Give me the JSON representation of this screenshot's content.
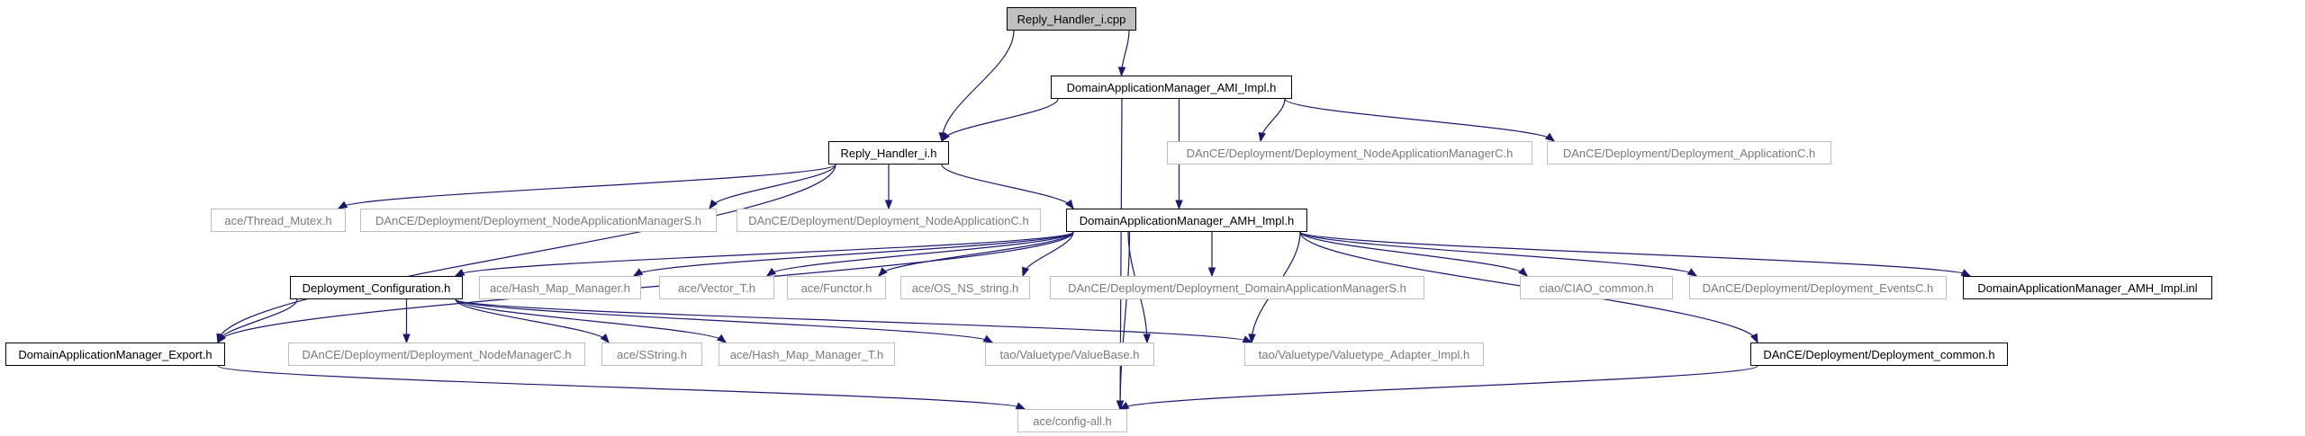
{
  "nodes": [
    {
      "id": "reply_handler_cpp",
      "label": "Reply_Handler_i.cpp",
      "kind": "root"
    },
    {
      "id": "dam_ami_impl_h",
      "label": "DomainApplicationManager_AMI_Impl.h",
      "kind": "local"
    },
    {
      "id": "reply_handler_h",
      "label": "Reply_Handler_i.h",
      "kind": "local"
    },
    {
      "id": "nam_c_h",
      "label": "DAnCE/Deployment/Deployment_NodeApplicationManagerC.h",
      "kind": "external"
    },
    {
      "id": "appc_h",
      "label": "DAnCE/Deployment/Deployment_ApplicationC.h",
      "kind": "external"
    },
    {
      "id": "thread_mutex_h",
      "label": "ace/Thread_Mutex.h",
      "kind": "external"
    },
    {
      "id": "nam_s_h",
      "label": "DAnCE/Deployment/Deployment_NodeApplicationManagerS.h",
      "kind": "external"
    },
    {
      "id": "nodeappc_h",
      "label": "DAnCE/Deployment/Deployment_NodeApplicationC.h",
      "kind": "external"
    },
    {
      "id": "dam_amh_impl_h",
      "label": "DomainApplicationManager_AMH_Impl.h",
      "kind": "local"
    },
    {
      "id": "deploy_config_h",
      "label": "Deployment_Configuration.h",
      "kind": "local"
    },
    {
      "id": "hash_map_manager_h",
      "label": "ace/Hash_Map_Manager.h",
      "kind": "external"
    },
    {
      "id": "vector_t_h",
      "label": "ace/Vector_T.h",
      "kind": "external"
    },
    {
      "id": "functor_h",
      "label": "ace/Functor.h",
      "kind": "external"
    },
    {
      "id": "os_ns_string_h",
      "label": "ace/OS_NS_string.h",
      "kind": "external"
    },
    {
      "id": "dam_s_h",
      "label": "DAnCE/Deployment/Deployment_DomainApplicationManagerS.h",
      "kind": "external"
    },
    {
      "id": "ciao_common_h",
      "label": "ciao/CIAO_common.h",
      "kind": "external"
    },
    {
      "id": "eventsc_h",
      "label": "DAnCE/Deployment/Deployment_EventsC.h",
      "kind": "external"
    },
    {
      "id": "dam_amh_impl_inl",
      "label": "DomainApplicationManager_AMH_Impl.inl",
      "kind": "local"
    },
    {
      "id": "dam_export_h",
      "label": "DomainApplicationManager_Export.h",
      "kind": "local"
    },
    {
      "id": "nodemanagerc_h",
      "label": "DAnCE/Deployment/Deployment_NodeManagerC.h",
      "kind": "external"
    },
    {
      "id": "sstring_h",
      "label": "ace/SString.h",
      "kind": "external"
    },
    {
      "id": "hash_map_manager_t_h",
      "label": "ace/Hash_Map_Manager_T.h",
      "kind": "external"
    },
    {
      "id": "valuebase_h",
      "label": "tao/Valuetype/ValueBase.h",
      "kind": "external"
    },
    {
      "id": "valuetype_adapter_impl_h",
      "label": "tao/Valuetype/Valuetype_Adapter_Impl.h",
      "kind": "external"
    },
    {
      "id": "deploy_common_h",
      "label": "DAnCE/Deployment/Deployment_common.h",
      "kind": "local"
    },
    {
      "id": "config_all_h",
      "label": "ace/config-all.h",
      "kind": "external"
    }
  ],
  "edges": [
    {
      "from": "reply_handler_cpp",
      "to": "reply_handler_h"
    },
    {
      "from": "reply_handler_cpp",
      "to": "dam_ami_impl_h"
    },
    {
      "from": "dam_ami_impl_h",
      "to": "reply_handler_h"
    },
    {
      "from": "dam_ami_impl_h",
      "to": "dam_amh_impl_h"
    },
    {
      "from": "dam_ami_impl_h",
      "to": "nam_c_h"
    },
    {
      "from": "dam_ami_impl_h",
      "to": "appc_h"
    },
    {
      "from": "dam_ami_impl_h",
      "to": "config_all_h"
    },
    {
      "from": "reply_handler_h",
      "to": "thread_mutex_h"
    },
    {
      "from": "reply_handler_h",
      "to": "nam_s_h"
    },
    {
      "from": "reply_handler_h",
      "to": "nodeappc_h"
    },
    {
      "from": "reply_handler_h",
      "to": "dam_amh_impl_h"
    },
    {
      "from": "reply_handler_h",
      "to": "dam_export_h"
    },
    {
      "from": "dam_amh_impl_h",
      "to": "deploy_config_h"
    },
    {
      "from": "dam_amh_impl_h",
      "to": "hash_map_manager_h"
    },
    {
      "from": "dam_amh_impl_h",
      "to": "vector_t_h"
    },
    {
      "from": "dam_amh_impl_h",
      "to": "functor_h"
    },
    {
      "from": "dam_amh_impl_h",
      "to": "os_ns_string_h"
    },
    {
      "from": "dam_amh_impl_h",
      "to": "dam_s_h"
    },
    {
      "from": "dam_amh_impl_h",
      "to": "ciao_common_h"
    },
    {
      "from": "dam_amh_impl_h",
      "to": "eventsc_h"
    },
    {
      "from": "dam_amh_impl_h",
      "to": "dam_amh_impl_inl"
    },
    {
      "from": "dam_amh_impl_h",
      "to": "dam_export_h"
    },
    {
      "from": "dam_amh_impl_h",
      "to": "valuebase_h"
    },
    {
      "from": "dam_amh_impl_h",
      "to": "valuetype_adapter_impl_h"
    },
    {
      "from": "dam_amh_impl_h",
      "to": "deploy_common_h"
    },
    {
      "from": "dam_amh_impl_h",
      "to": "config_all_h"
    },
    {
      "from": "deploy_config_h",
      "to": "dam_export_h"
    },
    {
      "from": "deploy_config_h",
      "to": "nodemanagerc_h"
    },
    {
      "from": "deploy_config_h",
      "to": "sstring_h"
    },
    {
      "from": "deploy_config_h",
      "to": "hash_map_manager_t_h"
    },
    {
      "from": "deploy_config_h",
      "to": "valuebase_h"
    },
    {
      "from": "deploy_config_h",
      "to": "valuetype_adapter_impl_h"
    },
    {
      "from": "dam_export_h",
      "to": "config_all_h"
    },
    {
      "from": "deploy_common_h",
      "to": "config_all_h"
    }
  ]
}
